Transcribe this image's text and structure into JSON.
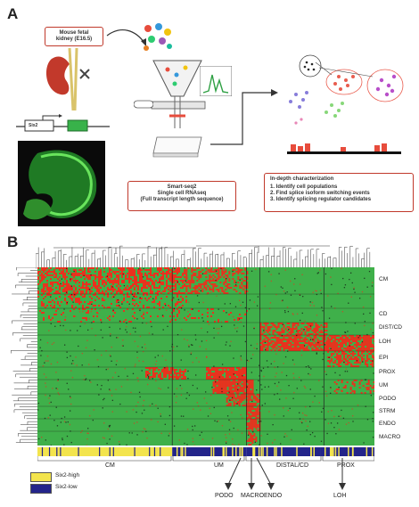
{
  "panelA": {
    "letter": "A",
    "kidney_box": [
      "Mouse fetal",
      "kidney (E16.5)"
    ],
    "gene_label": "Six2",
    "method_box": [
      "Smart-seq2",
      "Single cell RNAseq",
      "(Full transcript length sequence)"
    ],
    "insight_title": "In-depth characterization",
    "insight_items": [
      "1. Identify cell populations",
      "2. Find splice isoform switching events",
      "3. Identify splicing regulator candidates"
    ]
  },
  "panelB": {
    "letter": "B",
    "row_labels": [
      "CM",
      "CD",
      "DIST/CD",
      "LOH",
      "EPI",
      "PROX",
      "UM",
      "PODO",
      "STRM",
      "ENDO",
      "MACRO"
    ],
    "bottom_segments": [
      {
        "label": "CM",
        "frac": 0.4
      },
      {
        "label": "UM",
        "frac": 0.22
      },
      {
        "label": "DISTAL/CD",
        "frac": 0.22
      },
      {
        "label": "PROX",
        "frac": 0.16
      }
    ],
    "arrow_labels": [
      "PODO",
      "MACRO",
      "ENDO",
      "LOH"
    ],
    "legend": [
      {
        "label": "Six2-high",
        "color": "#f3e44d"
      },
      {
        "label": "Six2-low",
        "color": "#23248a"
      }
    ],
    "colors": {
      "green": "#3fb04a",
      "red": "#e8321e"
    }
  }
}
